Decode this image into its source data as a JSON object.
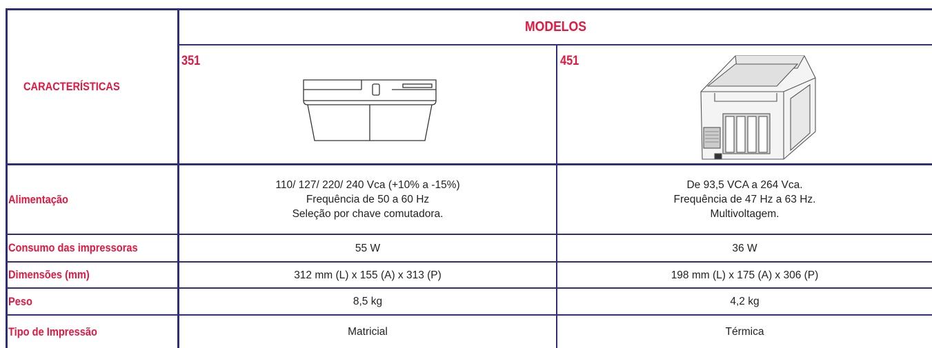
{
  "header": {
    "models_title": "MODELOS",
    "characteristics_label": "CARACTERÍSTICAS"
  },
  "models": [
    {
      "number": "351",
      "image": "dot-matrix-printer-front-drawing"
    },
    {
      "number": "451",
      "image": "thermal-printer-3d-drawing"
    }
  ],
  "rows": [
    {
      "feature": "Alimentação",
      "values": [
        [
          "110/ 127/ 220/ 240 Vca (+10% a -15%)",
          "Frequência de 50 a 60 Hz",
          "Seleção por chave comutadora."
        ],
        [
          "De 93,5 VCA a 264 Vca.",
          "Frequência de 47 Hz a 63 Hz.",
          "Multivoltagem."
        ]
      ]
    },
    {
      "feature": "Consumo das impressoras",
      "values": [
        [
          "55 W"
        ],
        [
          "36 W"
        ]
      ]
    },
    {
      "feature": "Dimensões (mm)",
      "values": [
        [
          "312 mm (L) x 155 (A) x 313 (P)"
        ],
        [
          "198 mm (L) x 175 (A) x 306 (P)"
        ]
      ]
    },
    {
      "feature": "Peso",
      "values": [
        [
          "8,5 kg"
        ],
        [
          "4,2 kg"
        ]
      ]
    },
    {
      "feature": "Tipo de Impressão",
      "values": [
        [
          "Matricial"
        ],
        [
          "Térmica"
        ]
      ]
    }
  ],
  "colors": {
    "accent": "#e5173f",
    "border": "#2e2e7a",
    "text": "#222222"
  }
}
